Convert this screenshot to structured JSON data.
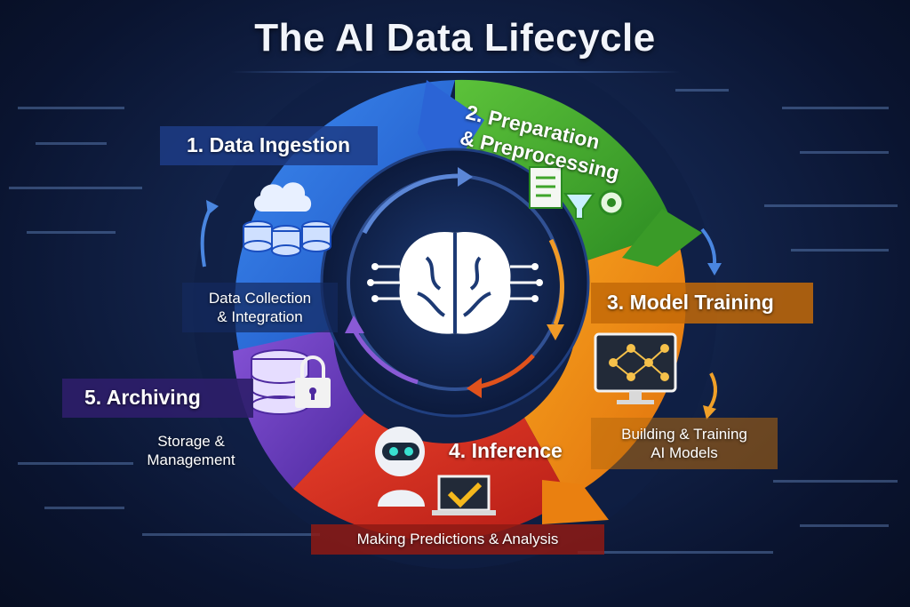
{
  "title": "The AI Data Lifecycle",
  "stages": [
    {
      "label": "1. Data Ingestion",
      "description_lines": [
        "Data Collection",
        "& Integration"
      ],
      "color": "#2f6fe0"
    },
    {
      "label_lines": [
        "2. Preparation",
        "& Preprocessing"
      ],
      "color": "#3fa52b"
    },
    {
      "label": "3. Model Training",
      "description_lines": [
        "Building & Training",
        "AI Models"
      ],
      "color": "#f08a12"
    },
    {
      "label": "4. Inference",
      "description": "Making Predictions & Analysis",
      "color": "#d6281e"
    },
    {
      "label": "5. Archiving",
      "description_lines": [
        "Storage &",
        "Management"
      ],
      "color": "#6b3fc0"
    }
  ],
  "icons": {
    "stage1": "cloud-database-icon",
    "stage2": "document-funnel-gear-icon",
    "stage3": "neural-network-monitor-icon",
    "stage4": "robot-laptop-check-icon",
    "stage5": "database-lock-icon",
    "center": "brain-circuit-icon"
  }
}
